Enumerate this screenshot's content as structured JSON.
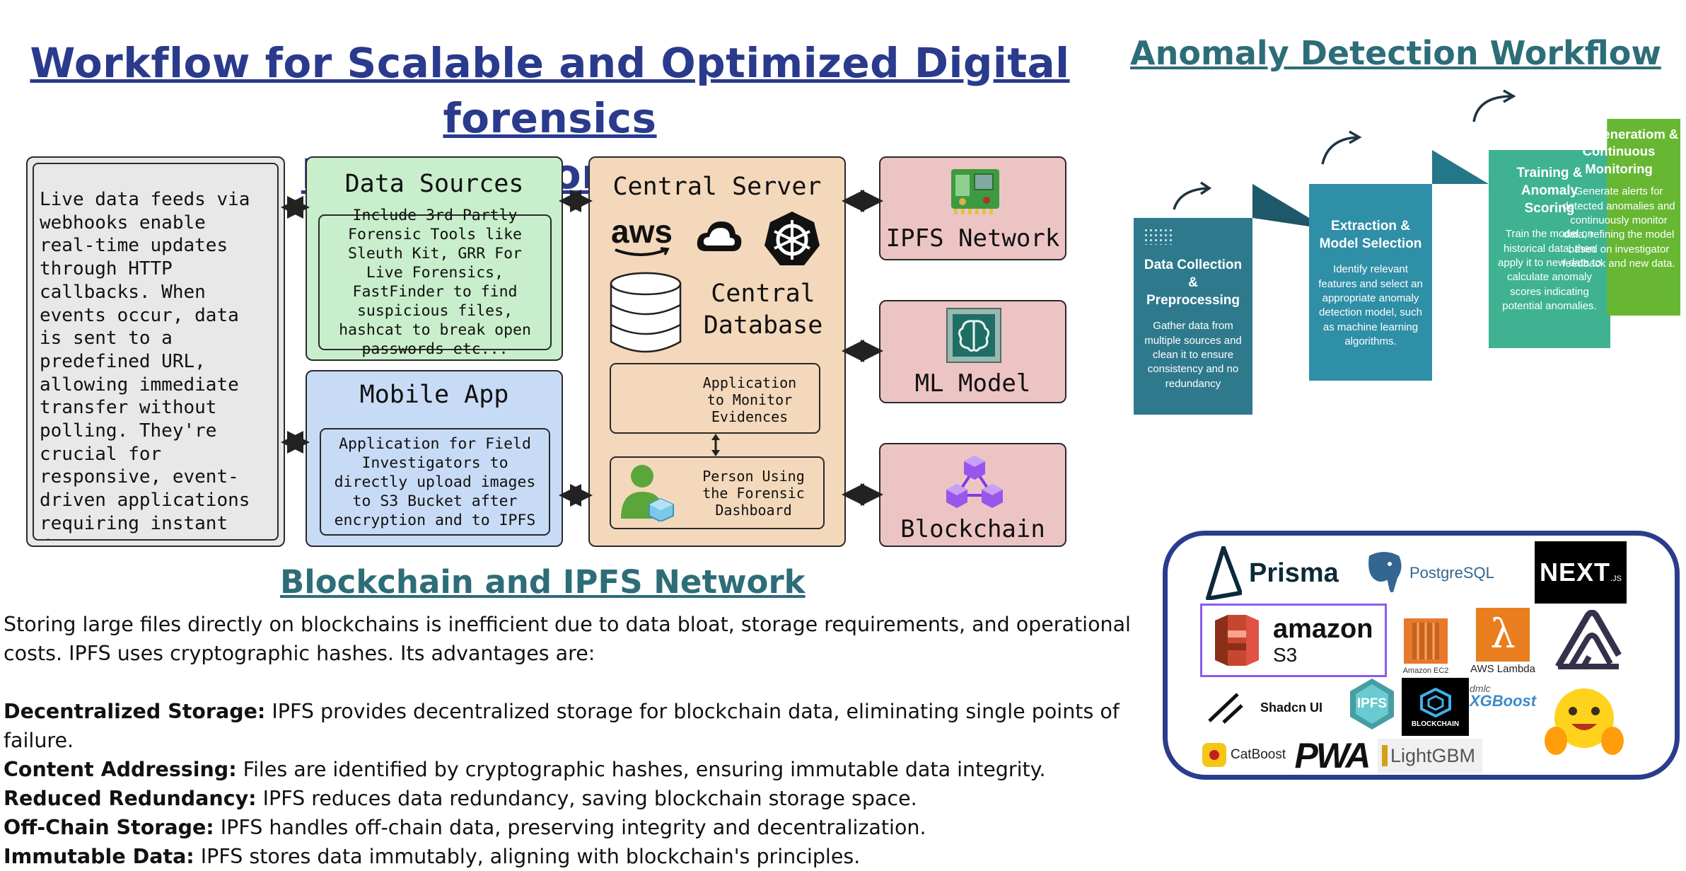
{
  "main_title": {
    "line1": "Workflow for Scalable and Optimized Digital forensics",
    "line2": "Investigation System"
  },
  "webhook_text": "Live data feeds via webhooks enable real-time updates through HTTP callbacks. When events occur, data is sent to a predefined URL, allowing immediate transfer without polling. They're crucial for responsive, event-driven applications requiring instant data synchronization.",
  "data_sources": {
    "title": "Data Sources",
    "desc": "Include 3rd Partly Forensic Tools like Sleuth Kit, GRR For Live Forensics, FastFinder to find suspicious files, hashcat to break open passwords etc..."
  },
  "mobile_app": {
    "title": "Mobile App",
    "desc": "Application for Field Investigators to directly upload images to S3 Bucket after encryption and to IPFS"
  },
  "central_server": {
    "title": "Central Server",
    "aws_label": "aws",
    "db_line1": "Central",
    "db_line2": "Database",
    "monitor_app": "Application to Monitor Evidences",
    "person": "Person Using the Forensic Dashboard"
  },
  "right_nodes": {
    "ipfs": "IPFS Network",
    "ml": "ML Model",
    "blockchain": "Blockchain"
  },
  "anomaly": {
    "title": "Anomaly Detection Workflow",
    "steps": [
      {
        "title": "Data Collection & Preprocessing",
        "desc": "Gather data from multiple sources and clean it to ensure consistency and no redundancy",
        "color": "#2e7a8c"
      },
      {
        "title": "Feature Extraction & Model Selection",
        "desc": "Identify relevant features and select an appropriate anomaly detection model, such as machine learning algorithms.",
        "color": "#2f8fa7"
      },
      {
        "title": "Training & Anomaly Scoring",
        "desc": "Train the model on historical data, then apply it to new data to calculate anomaly scores indicating potential anomalies.",
        "color": "#3fb391"
      },
      {
        "title": "Alert Generatiom & Continuous Monitoring",
        "desc": "Generate alerts for detected anomalies and continuously monitor data, refining the model based on investigator feedback and new data.",
        "color": "#67b733"
      }
    ]
  },
  "blockchain_section": {
    "title": "Blockchain and IPFS Network",
    "intro1": "Storing large files directly on blockchains is inefficient due to data bloat, storage requirements, and operational",
    "intro2": "costs. IPFS uses cryptographic hashes. Its advantages are:",
    "points": [
      {
        "term": "Decentralized Storage:",
        "text": " IPFS provides decentralized storage for blockchain data, eliminating single points of failure."
      },
      {
        "term": "Content Addressing:",
        "text": " Files are identified by cryptographic hashes, ensuring immutable data integrity."
      },
      {
        "term": "Reduced Redundancy:",
        "text": " IPFS reduces data redundancy, saving blockchain storage space."
      },
      {
        "term": "Off-Chain Storage:",
        "text": " IPFS handles off-chain data, preserving integrity and decentralization."
      },
      {
        "term": "Immutable Data:",
        "text": " IPFS stores data immutably, aligning with blockchain's principles."
      }
    ]
  },
  "tech_logos": {
    "prisma": "Prisma",
    "postgres": "PostgreSQL",
    "next": "NEXT",
    "next_suffix": ".JS",
    "amazon": "amazon",
    "s3": "S3",
    "ec2": "Amazon EC2",
    "lambda": "AWS Lambda",
    "shadcn": "Shadcn UI",
    "ipfs": "IPFS",
    "blockchain": "BLOCKCHAIN",
    "dmlc": "dmlc",
    "xgboost": "XGBoost",
    "catboost": "CatBoost",
    "pwa": "PWA",
    "lightgbm": "LightGBM"
  }
}
